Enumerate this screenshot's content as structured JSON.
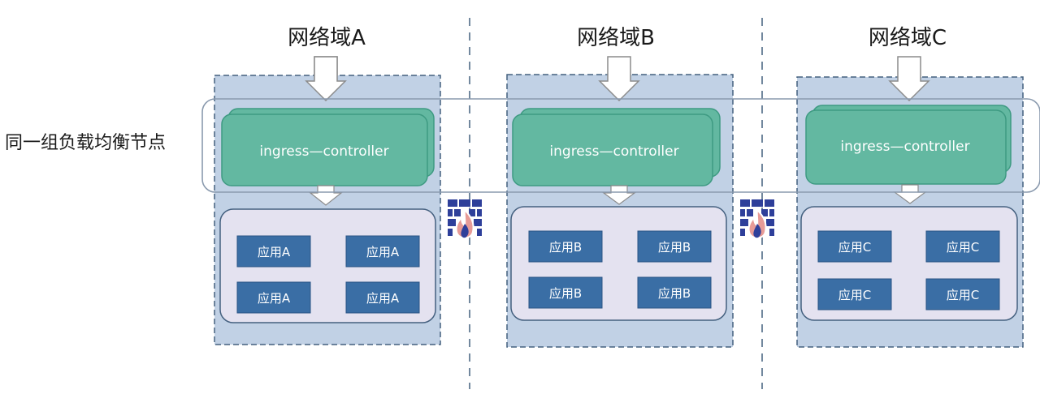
{
  "side_label": "同一组负载均衡节点",
  "zones": [
    {
      "title": "网络域A",
      "controller": "ingress—controller",
      "apps": [
        "应用A",
        "应用A",
        "应用A",
        "应用A"
      ]
    },
    {
      "title": "网络域B",
      "controller": "ingress—controller",
      "apps": [
        "应用B",
        "应用B",
        "应用B",
        "应用B"
      ]
    },
    {
      "title": "网络域C",
      "controller": "ingress—controller",
      "apps": [
        "应用C",
        "应用C",
        "应用C",
        "应用C"
      ]
    }
  ],
  "firewall_icons": [
    "firewall-icon",
    "firewall-icon"
  ],
  "colors": {
    "zone_fill": "#b6c9e1",
    "zone_border": "#44607f",
    "controller_fill": "#63b8a1",
    "controller_border": "#3e9a82",
    "app_panel_fill": "#e4e2f0",
    "app_fill": "#3a6ea5",
    "firewall_brick": "#2e3f9a",
    "firewall_flame": "#e79b97"
  }
}
